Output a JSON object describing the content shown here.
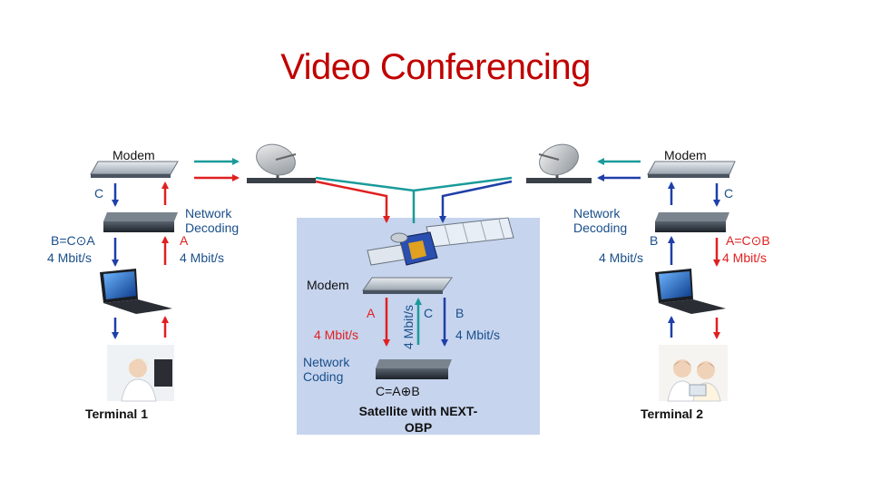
{
  "title": "Video Conferencing",
  "left": {
    "modem": "Modem",
    "c": "C",
    "decoding_1": "Network",
    "decoding_2": "Decoding",
    "eq": "B=C⊙A",
    "rate_l": "4 Mbit/s",
    "a": "A",
    "rate_r": "4 Mbit/s",
    "terminal": "Terminal 1"
  },
  "right": {
    "modem": "Modem",
    "c": "C",
    "decoding_1": "Network",
    "decoding_2": "Decoding",
    "b": "B",
    "rate_l": "4 Mbit/s",
    "eq": "A=C⊙B",
    "rate_r": "4 Mbit/s",
    "terminal": "Terminal 2"
  },
  "center": {
    "modem": "Modem",
    "a": "A",
    "rate_a": "4 Mbit/s",
    "rate_c": "4 Mbit/s",
    "c": "C",
    "b": "B",
    "rate_b": "4 Mbit/s",
    "coding_1": "Network",
    "coding_2": "Coding",
    "coding_eq": "C=A⊕B",
    "caption_1": "Satellite with NEXT-",
    "caption_2": "OBP"
  },
  "colors": {
    "title": "#c00000",
    "red_arrow": "#e02020",
    "blue_arrow": "#1f3fa8",
    "teal_arrow": "#1a9a9a",
    "panel": "#c6d4ee",
    "label_blue": "#1a4f8a"
  }
}
